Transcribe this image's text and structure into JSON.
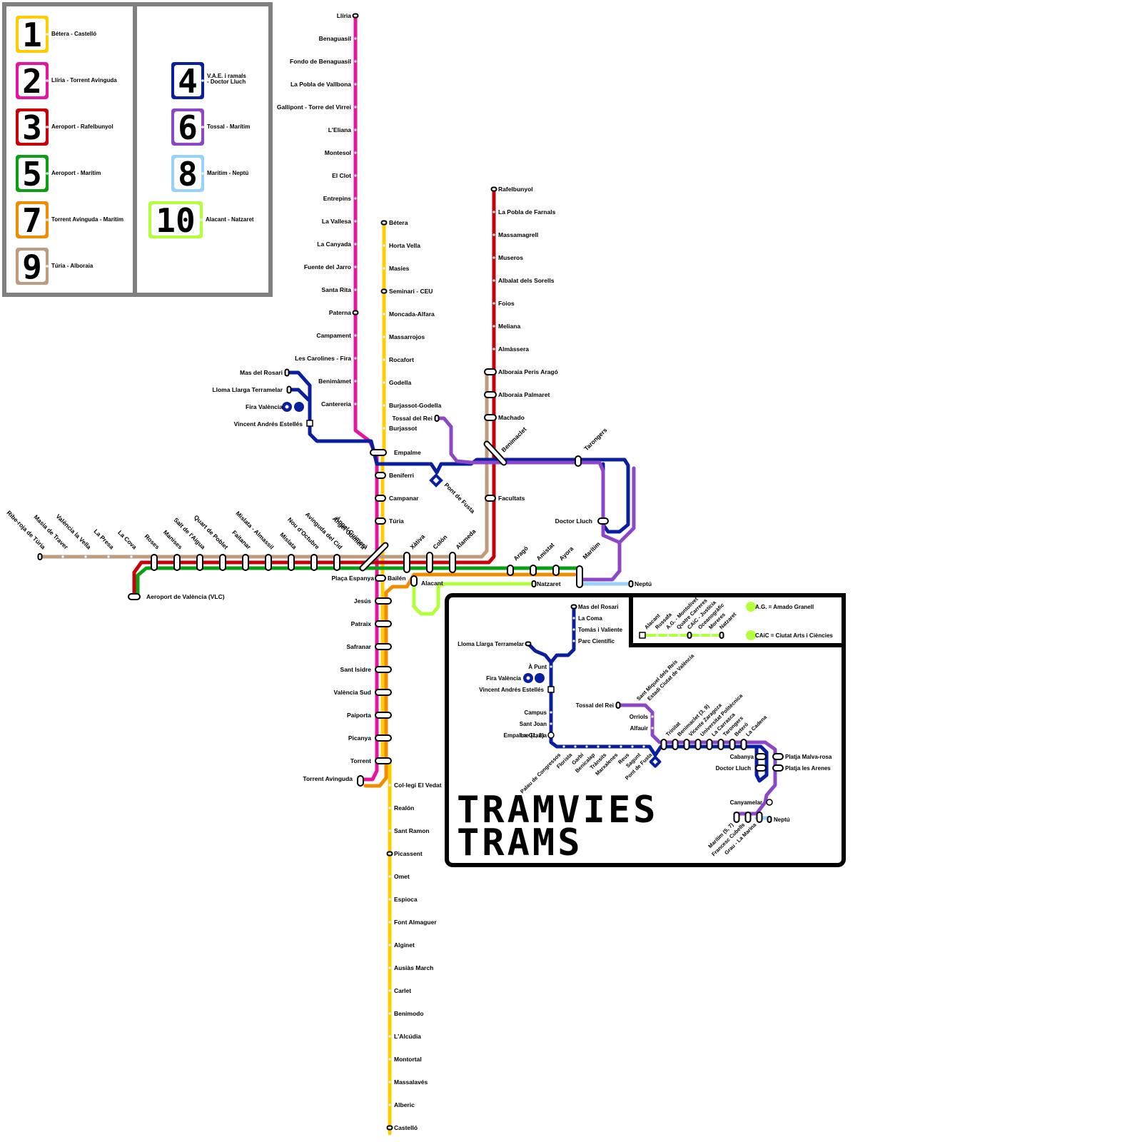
{
  "colors": {
    "line1": "#ffcc00",
    "line2": "#e6149e",
    "line3": "#c8000a",
    "line4": "#0a1ea0",
    "line5": "#0aa014",
    "line6": "#8c46c8",
    "line7": "#f08c00",
    "line8": "#96d2fa",
    "line9": "#be9b7d",
    "line10": "#b4ff3c",
    "panel_border": "#808080"
  },
  "legend": [
    {
      "num": "1",
      "label": "Bétera - Castelló",
      "color": "#ffcc00"
    },
    {
      "num": "2",
      "label": "Llíria - Torrent Avinguda",
      "color": "#e6149e"
    },
    {
      "num": "3",
      "label": "Aeroport - Rafelbunyol",
      "color": "#c8000a"
    },
    {
      "num": "5",
      "label": "Aeroport - Marítim",
      "color": "#0aa014"
    },
    {
      "num": "7",
      "label": "Torrent Avinguda - Marítim",
      "color": "#f08c00"
    },
    {
      "num": "9",
      "label": "Túria - Alboraia",
      "color": "#be9b7d"
    },
    {
      "num": "4",
      "label": "V.A.E. i ramals",
      "label2": "- Doctor Lluch",
      "color": "#0a1ea0"
    },
    {
      "num": "6",
      "label": "Tossal - Marítim",
      "color": "#8c46c8"
    },
    {
      "num": "8",
      "label": "Marítim - Neptú",
      "color": "#96d2fa"
    },
    {
      "num": "10",
      "label": "Alacant - Natzaret",
      "color": "#b4ff3c"
    }
  ],
  "line2_north": [
    "Llíria",
    "Benaguasil",
    "Fondo de Benaguasil",
    "La Pobla de Vallbona",
    "Gallipont - Torre del Virrei",
    "L'Eliana",
    "Montesol",
    "El Clot",
    "Entrepins",
    "La Vallesa",
    "La Canyada",
    "Fuente del Jarro",
    "Santa Rita",
    "Paterna",
    "Campament",
    "Les Carolines - Fira",
    "Benimàmet",
    "Cantereria"
  ],
  "line1_north": [
    "Bétera",
    "Horta Vella",
    "Masies",
    "Seminari - CEU",
    "Moncada-Alfara",
    "Massarrojos",
    "Rocafort",
    "Godella",
    "Burjassot-Godella",
    "Burjassot"
  ],
  "line3_north": [
    "Rafelbunyol",
    "La Pobla de Farnals",
    "Massamagrell",
    "Museros",
    "Albalat dels Sorells",
    "Foios",
    "Meliana",
    "Almàssera",
    "Alboraia Peris Aragó",
    "Alboraia Palmaret",
    "Machado"
  ],
  "line4_branch": [
    "Mas del Rosari",
    "Lloma Llarga Terramelar",
    "Fira València",
    "Vincent Andrés Estellés"
  ],
  "central": [
    "Empalme",
    "Beniferri",
    "Campanar",
    "Túria"
  ],
  "south_stops": [
    "Bailén",
    "Jesús",
    "Patraix",
    "Safranar",
    "Sant Isidre",
    "València Sud",
    "Paiporta",
    "Picanya",
    "Torrent",
    "Torrent Avinguda"
  ],
  "line1_south": [
    "Col·legi El Vedat",
    "Realón",
    "Sant Ramon",
    "Picassent",
    "Omet",
    "Espioca",
    "Font Almaguer",
    "Alginet",
    "Ausiàs March",
    "Carlet",
    "Benimodo",
    "L'Alcúdia",
    "Montortal",
    "Massalavés",
    "Alberic",
    "Castelló"
  ],
  "west": [
    "Ribe-roja de Túria",
    "Masia de Traver",
    "València la Vella",
    "La Presa",
    "La Cova",
    "Roses",
    "Manises",
    "Salt de l'Aigua",
    "Quart de Poblet",
    "Faitanar",
    "Mislata - Almassil",
    "Mislata",
    "Nou d'Octubre",
    "Avinguda del Cid",
    "Àngel Guimerà"
  ],
  "east_underground": [
    "Xàtiva",
    "Colón",
    "Alameda"
  ],
  "east_surface": [
    "Aragó",
    "Amistat",
    "Ayora",
    "Marítim"
  ],
  "misc": {
    "plaza": "Plaça Espanya",
    "airport": "Aeroport de València (VLC)",
    "alacant": "Alacant",
    "natzaret": "Natzaret",
    "neptu": "Neptú",
    "benimaclet": "Benimaclet",
    "tarongers": "Tarongers",
    "facultats": "Facultats",
    "doctor_lluch": "Doctor Lluch",
    "tossal": "Tossal del Rei",
    "pont_fusta": "Pont de Fusta"
  },
  "inset": {
    "line10": [
      "Alacant",
      "Russafa",
      "A.G. - Montolivet",
      "Quatre Carreres",
      "CAiC - Justícia",
      "Oceanogràfic",
      "Moreres",
      "Natzaret"
    ],
    "abbr1": "A.G. = Amado Granell",
    "abbr2": "CAiC = Ciutat Arts i Ciències",
    "l4_north": [
      "Mas del Rosari",
      "La Coma",
      "Tomás i Valiente",
      "Parc Científic"
    ],
    "l4_west": [
      "Lloma Llarga Terramelar",
      "À Punt",
      "Fira València",
      "Vincent Andrés Estellés",
      "Campus",
      "Sant Joan",
      "La Granja",
      "Empalme (1, 2)"
    ],
    "l4_bottom": [
      "Palau de Congressos",
      "Florista",
      "Garbí",
      "Benicalap",
      "Trànsits",
      "Marxalenes",
      "Reus",
      "Sagunt",
      "Pont de Fusta"
    ],
    "l6_branch": [
      "Tossal del Rei",
      "Sant Miquel dels Reis",
      "Estadi Ciutat de València",
      "Orriols",
      "Alfauir"
    ],
    "l4_east": [
      "Trinitat",
      "Benimaclet (3, 9)",
      "Vicente Zaragoza",
      "Universitat Politècnica",
      "La Carrasca",
      "Tarongers",
      "Beteró",
      "La Cadena"
    ],
    "coast": [
      "Cabanya",
      "Platja Malva-rosa",
      "Doctor Lluch",
      "Platja les Arenes",
      "Canyamelar",
      "Marítim (5, 7)",
      "Francesc Cubells",
      "Grau - La Marina",
      "Neptú"
    ],
    "title1": "TRAMVIES",
    "title2": "TRAMS"
  }
}
